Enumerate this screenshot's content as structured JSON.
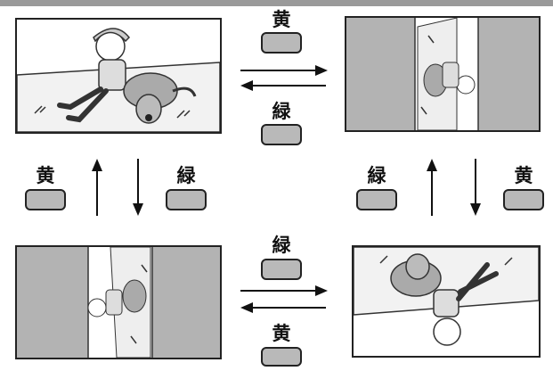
{
  "labels": {
    "top_center": "黄",
    "top_center_lower": "緑",
    "left_col_up": "黄",
    "left_col_down": "緑",
    "right_col_up": "緑",
    "right_col_down": "黄",
    "bottom_center": "緑",
    "bottom_center_lower": "黄"
  },
  "colors": {
    "button_fill": "#b9b9b9",
    "gray_panel": "#b3b3b3",
    "outline": "#222222"
  },
  "icons": [
    "yellow-button",
    "green-button",
    "arrow-right",
    "arrow-left",
    "arrow-up",
    "arrow-down"
  ]
}
